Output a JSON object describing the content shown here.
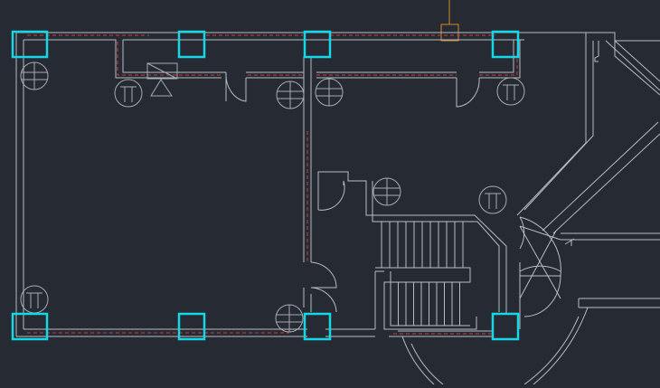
{
  "app": {
    "type": "CAD floor plan drawing viewport"
  },
  "colors": {
    "background": "#252a33",
    "wall": "#b8bcc4",
    "hidden_line": "#d23a3a",
    "column": "#17d6e6",
    "marker": "#d48a2a",
    "fixture": "#a7abb3"
  },
  "plan": {
    "column_count": 8,
    "fixture_count": 11,
    "stair_treads_upper": 11,
    "stair_treads_lower": 10,
    "door_count": 6
  }
}
